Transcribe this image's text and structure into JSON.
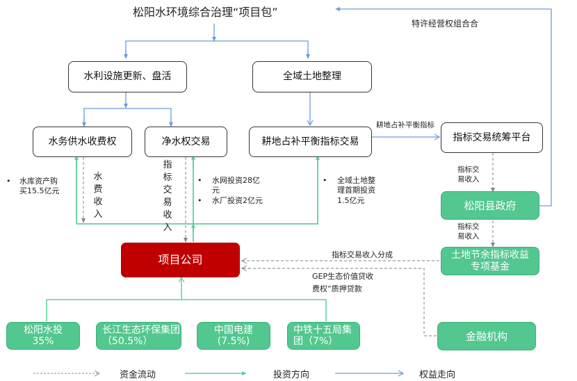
{
  "title": "松阳水环境综合治理“项目包”",
  "colors": {
    "blue": "#6a9be0",
    "green": "#5fcf9a",
    "dash": "#999999",
    "node_green": "#52c78f",
    "node_red": "#c00000"
  },
  "nodes": {
    "water_infra": "水利设施更新、盘活",
    "land_consolidation": "全域土地整理",
    "water_supply_fee": "水务供水收费权",
    "clean_water_trade": "净水权交易",
    "farmland_balance_trade": "耕地占补平衡指标交易",
    "index_platform": "指标交易统筹平台",
    "county_gov": "松阳县政府",
    "surplus_fund": "土地节余指标收益专项基金",
    "project_company": "项目公司",
    "financial_inst": "金融机构"
  },
  "shareholders": [
    {
      "name": "松阳水投",
      "share": "35%"
    },
    {
      "name": "长江生态环保集团",
      "share": "（50.5%）"
    },
    {
      "name": "中国电建",
      "share": "(7.5%)"
    },
    {
      "name": "中铁十五局集团",
      "share": "（7%）"
    }
  ],
  "labels": {
    "franchise_combo": "特许经营权组合合",
    "farmland_index": "耕地占补平衡指标",
    "index_income_1": "指标交易收入",
    "index_income_2": "指标交易收入",
    "water_fee_income": "水费收入",
    "index_trade_income_v": "指标交易收入",
    "index_income_share": "指标交易收入分成",
    "gep_loan": "GEP生态价值贷收费权”质押贷款"
  },
  "bullets": {
    "reservoir": [
      "水库资产购买15.5亿元"
    ],
    "network": [
      "水网投资28亿元",
      "水厂投资2亿元"
    ],
    "land": [
      "全域土地整理首期投资1.5亿元"
    ]
  },
  "bullet_symbol": "•",
  "legend": [
    {
      "type": "dashed",
      "label": "资金流动"
    },
    {
      "type": "green",
      "label": "投资方向"
    },
    {
      "type": "blue",
      "label": "权益走向"
    }
  ]
}
